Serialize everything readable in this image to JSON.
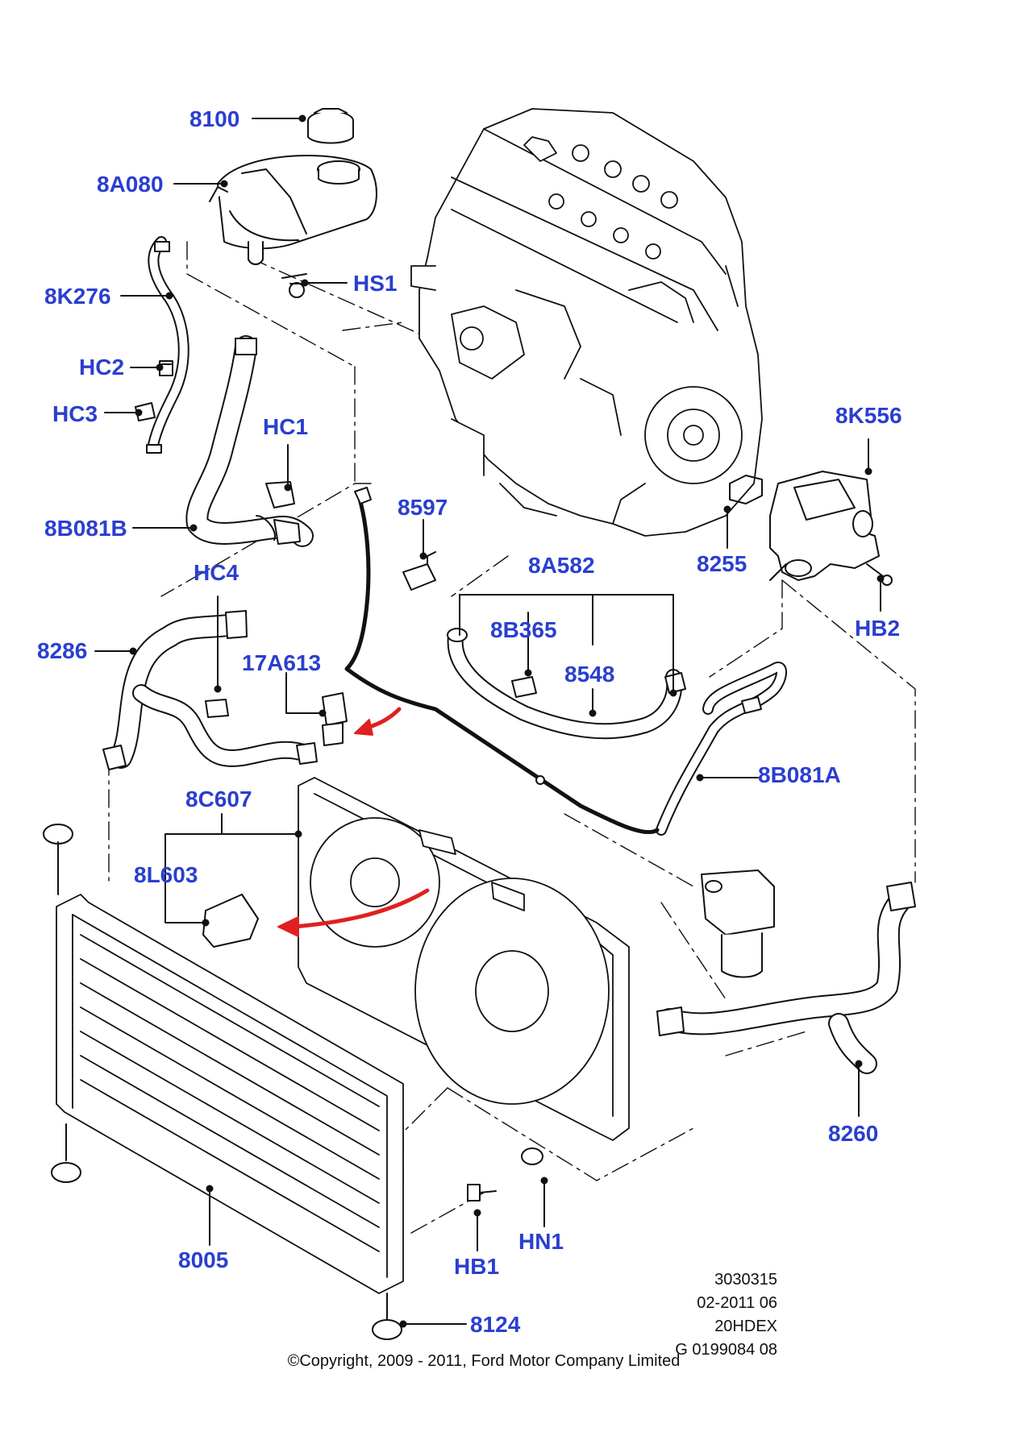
{
  "labels": {
    "p8100": "8100",
    "p8A080": "8A080",
    "p8K276": "8K276",
    "pHS1": "HS1",
    "pHC2": "HC2",
    "pHC3": "HC3",
    "pHC1": "HC1",
    "p8B081B": "8B081B",
    "p8597": "8597",
    "p8K556": "8K556",
    "p8255": "8255",
    "p8A582": "8A582",
    "p8B365": "8B365",
    "p8548": "8548",
    "pHB2": "HB2",
    "pHC4": "HC4",
    "p8286": "8286",
    "p17A613": "17A613",
    "p8B081A": "8B081A",
    "p8C607": "8C607",
    "p8L603": "8L603",
    "p8260": "8260",
    "p8005": "8005",
    "pHN1": "HN1",
    "pHB1": "HB1",
    "p8124": "8124"
  },
  "footer": {
    "ref_number": "3030315",
    "date_code": "02-2011 06",
    "model_code": "20HDEX",
    "graphic_id": "G 0199084 08",
    "copyright": "©Copyright, 2009 - 2011, Ford Motor Company Limited"
  },
  "colors": {
    "label": "#2a3fd0",
    "line": "#111111",
    "arrow": "#e02020"
  }
}
